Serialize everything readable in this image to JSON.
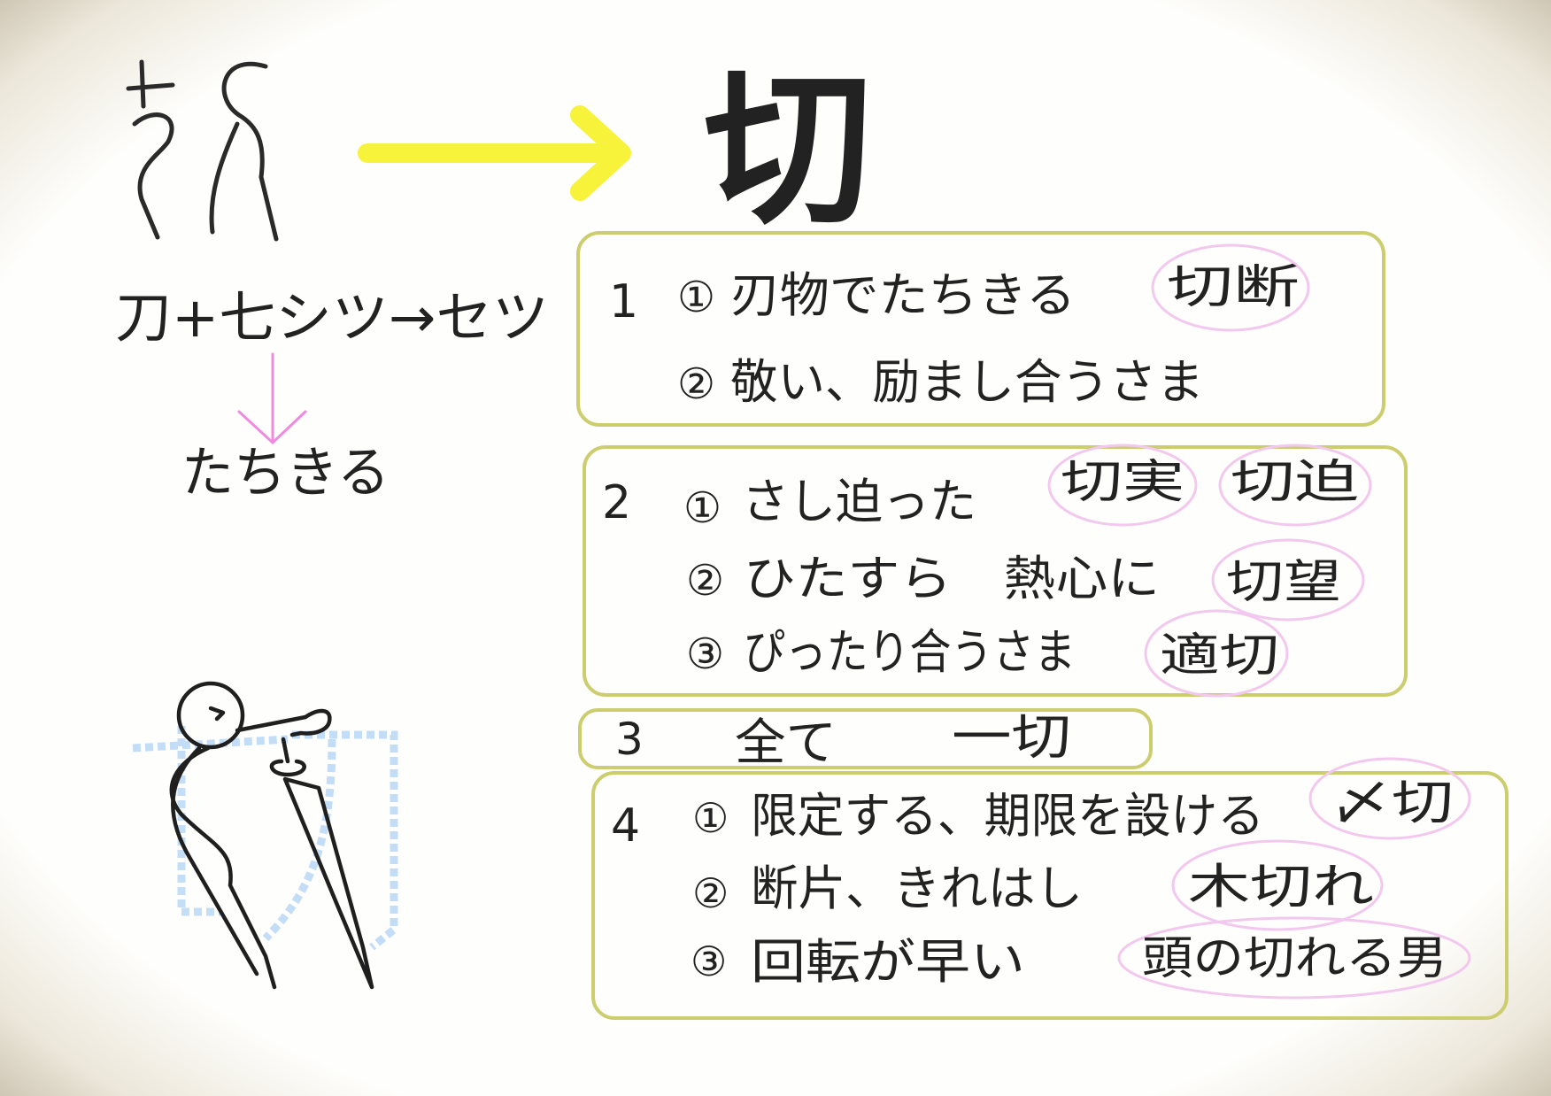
{
  "ancient_form_text": "ちく",
  "kanji": "切",
  "formation": "刀+七シツ→セツ",
  "meaning_origin": "たちきる",
  "sections": [
    {
      "number": "1",
      "items": [
        {
          "marker": "①",
          "text": "刃物でたちきる",
          "examples": [
            "切断"
          ]
        },
        {
          "marker": "②",
          "text": "敬い、励まし合うさま",
          "examples": []
        }
      ]
    },
    {
      "number": "2",
      "items": [
        {
          "marker": "①",
          "text": "さし迫った",
          "examples": [
            "切実",
            "切迫"
          ]
        },
        {
          "marker": "②",
          "text": "ひたすら　熱心に",
          "examples": [
            "切望"
          ]
        },
        {
          "marker": "③",
          "text": "ぴったり合うさま",
          "examples": [
            "適切"
          ]
        }
      ]
    },
    {
      "number": "3",
      "items": [
        {
          "marker": "",
          "text": "全て",
          "examples": [
            "一切"
          ]
        }
      ]
    },
    {
      "number": "4",
      "items": [
        {
          "marker": "①",
          "text": "限定する、期限を設ける",
          "examples": [
            "〆切"
          ]
        },
        {
          "marker": "②",
          "text": "断片、きれはし",
          "examples": [
            "木切れ"
          ]
        },
        {
          "marker": "③",
          "text": "回転が早い",
          "examples": [
            "頭の切れる男"
          ]
        }
      ]
    }
  ],
  "colors": {
    "arrow": "#f7f23a",
    "box_border": "#cccd6e",
    "oval": "#f3c8ee",
    "pink_arrow": "#f08ae0",
    "watermark": "#b9d8f6",
    "ink": "#222222"
  }
}
